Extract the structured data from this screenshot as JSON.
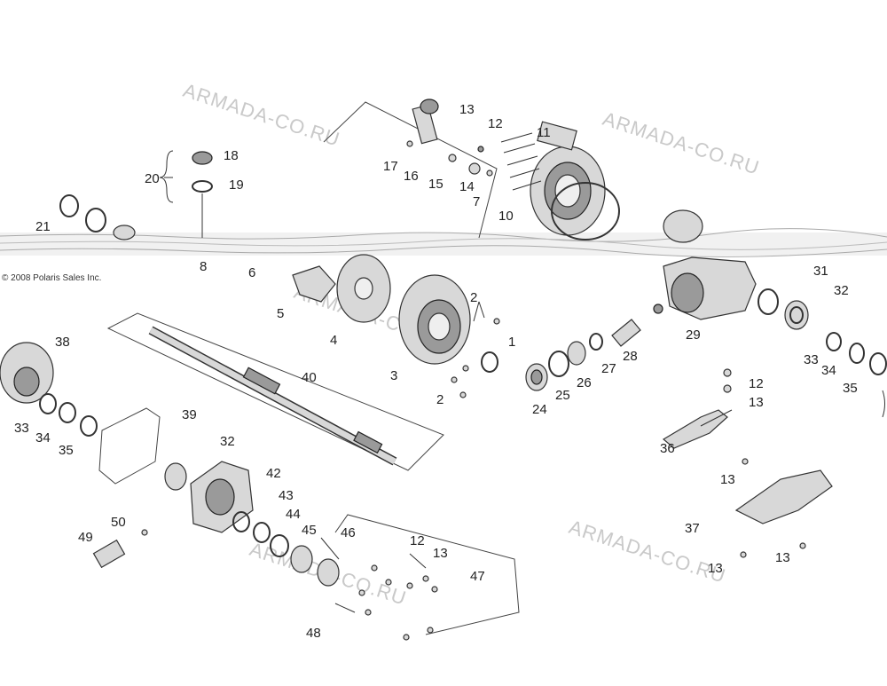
{
  "copyright": "© 2008 Polaris Sales Inc.",
  "watermark": "ARMADA-CO.RU",
  "callouts": [
    "1",
    "2",
    "3",
    "4",
    "5",
    "6",
    "7",
    "8",
    "10",
    "11",
    "12",
    "13",
    "14",
    "15",
    "16",
    "17",
    "18",
    "19",
    "20",
    "21",
    "24",
    "25",
    "26",
    "27",
    "28",
    "29",
    "31",
    "32",
    "33",
    "34",
    "35",
    "36",
    "37",
    "38",
    "39",
    "40",
    "42",
    "43",
    "44",
    "45",
    "46",
    "47",
    "48",
    "49",
    "50"
  ],
  "labels": {
    "c1": "1",
    "c2a": "2",
    "c2b": "2",
    "c3": "3",
    "c4": "4",
    "c5": "5",
    "c6": "6",
    "c7": "7",
    "c8": "8",
    "c10": "10",
    "c11": "11",
    "c12a": "12",
    "c12b": "12",
    "c12c": "12",
    "c13a": "13",
    "c13b": "13",
    "c13c": "13",
    "c13d": "13",
    "c13e": "13",
    "c13f": "13",
    "c14": "14",
    "c15": "15",
    "c16": "16",
    "c17": "17",
    "c18": "18",
    "c19": "19",
    "c20": "20",
    "c21": "21",
    "c24": "24",
    "c25": "25",
    "c26": "26",
    "c27": "27",
    "c28": "28",
    "c29": "29",
    "c31": "31",
    "c32a": "32",
    "c32b": "32",
    "c33a": "33",
    "c33b": "33",
    "c34a": "34",
    "c34b": "34",
    "c35a": "35",
    "c35b": "35",
    "c36": "36",
    "c37": "37",
    "c38": "38",
    "c39": "39",
    "c40": "40",
    "c42": "42",
    "c43": "43",
    "c44": "44",
    "c45": "45",
    "c46": "46",
    "c47": "47",
    "c48": "48",
    "c49": "49",
    "c50": "50"
  }
}
